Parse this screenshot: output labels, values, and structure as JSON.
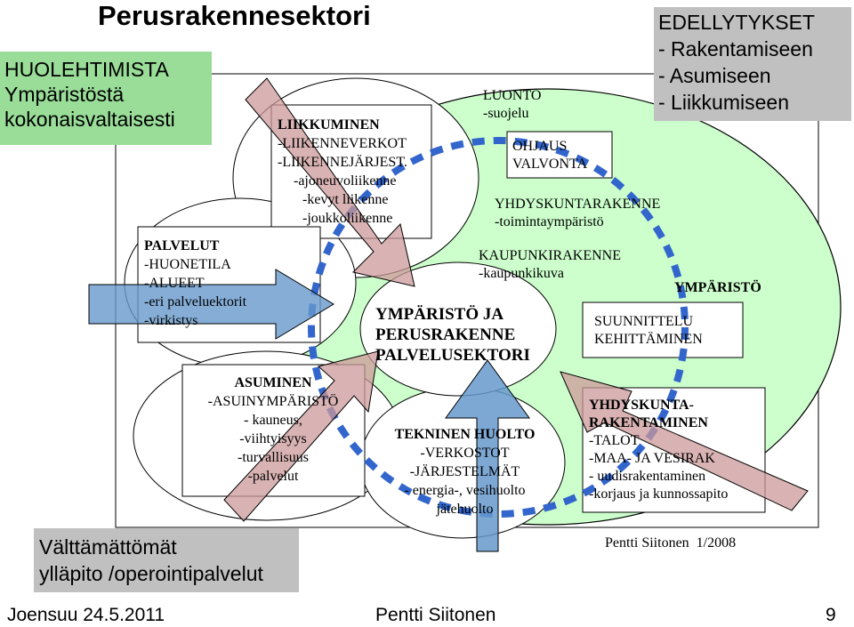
{
  "title": "Perusrakennesektori",
  "huolehtimista": {
    "lines": [
      "HUOLEHTIMISTA",
      "Ympäristöstä",
      "kokonaisvaltaisesti"
    ]
  },
  "edellytykset": {
    "lines": [
      "EDELLYTYKSET",
      "- Rakentamiseen",
      "- Asumiseen",
      "- Liikkumiseen"
    ]
  },
  "liikkuminen": {
    "lines": [
      "LIIKKUMINEN",
      "-LIIKENNEVERKOT",
      "-LIIKENNEJÄRJEST.",
      "-ajoneuvoliikenne",
      "-kevyt liikenne",
      "-joukkoliikenne"
    ]
  },
  "palvelut": {
    "lines": [
      "PALVELUT",
      "-HUONETILA",
      "-ALUEET",
      "-eri palveluektorit",
      "-virkistys"
    ]
  },
  "asuminen": {
    "lines": [
      "ASUMINEN",
      "-ASUINYMPÄRISTÖ",
      "- kauneus,",
      "-viihtyisyys",
      "-turvallisuus",
      "-palvelut"
    ]
  },
  "center": {
    "lines": [
      "YMPÄRISTÖ JA",
      "PERUSRAKENNE",
      "PALVELUSEKTORI"
    ]
  },
  "luonto": {
    "lines": [
      "LUONTO",
      "-suojelu"
    ]
  },
  "ohjaus": {
    "lines": [
      "OHJAUS",
      "VALVONTA"
    ]
  },
  "yhdyskuntarakenne": {
    "lines": [
      "YHDYSKUNTARAKENNE",
      "-toimintaympäristö"
    ]
  },
  "kaupunkirakenne": {
    "lines": [
      "KAUPUNKIRAKENNE",
      "-kaupunkikuva"
    ]
  },
  "ymparisto_label": "YMPÄRISTÖ",
  "suunnittelu": {
    "lines": [
      "SUUNNITTELU",
      "KEHITTÄMINEN"
    ]
  },
  "tekninen": {
    "lines": [
      "TEKNINEN HUOLTO",
      "-VERKOSTOT",
      "-JÄRJESTELMÄT",
      "- energia-, vesihuolto",
      "jätehuolto"
    ]
  },
  "yhdyskuntarakentaminen": {
    "lines": [
      "YHDYSKUNTA-",
      "RAKENTAMINEN",
      "-TALOT",
      "-MAA- JA VESIRAK",
      "- uudisrakentaminen",
      "-korjaus ja kunnossapito"
    ]
  },
  "valttamattomat": {
    "lines": [
      "Välttämättömät",
      "ylläpito /operointipalvelut"
    ]
  },
  "credit": "Pentti Siitonen  1/2008",
  "footer": {
    "left": "Joensuu 24.5.2011",
    "center": "Pentti Siitonen",
    "page": "9"
  },
  "colors": {
    "green_fill": "#ccffcc",
    "boxes_green": "#99dd99",
    "boxes_gray": "#c0c0c0",
    "blue_dash": "#3366cc",
    "arrow_pink": "#cc9999",
    "arrow_blue": "#6699cc"
  }
}
